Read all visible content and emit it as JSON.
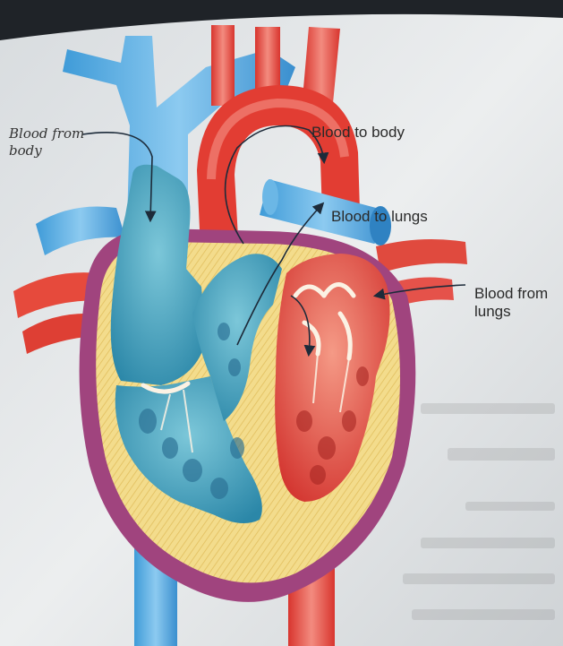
{
  "labels": {
    "blood_from_body": "Blood from\nbody",
    "blood_to_body": "Blood to body",
    "blood_to_lungs": "Blood to lungs",
    "blood_from_lungs": "Blood from\nlungs"
  },
  "colors": {
    "page": "#e9ebec",
    "deoxygenated": "#3a8fcf",
    "oxygenated": "#e5433a",
    "muscle": "#f1d98a",
    "pericardium": "#a0447e"
  }
}
